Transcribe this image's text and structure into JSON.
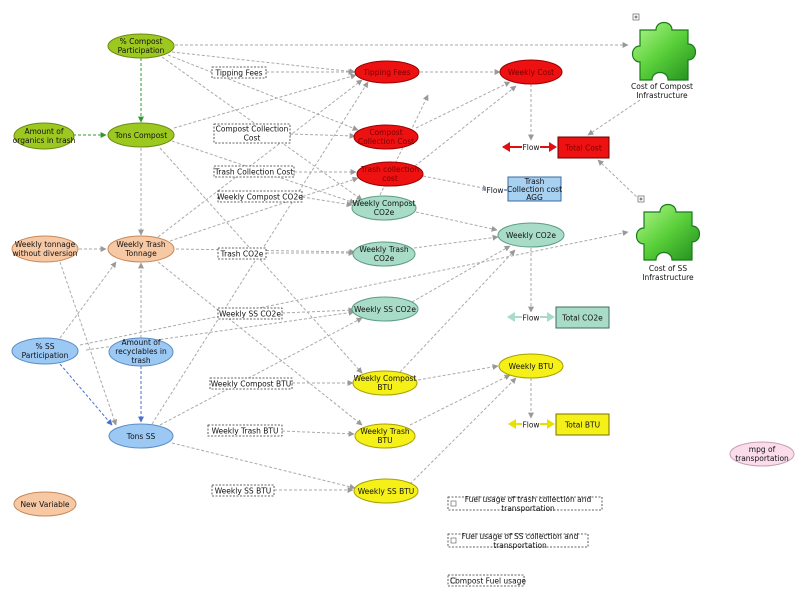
{
  "diagram": {
    "nodes": {
      "compost_participation": {
        "label": [
          "% Compost",
          "Participation"
        ],
        "fill": "#9cc820",
        "stroke": "#6a8c10"
      },
      "amount_organics": {
        "label": [
          "Amount of",
          "organics in trash"
        ],
        "fill": "#9cc820",
        "stroke": "#6a8c10"
      },
      "tons_compost": {
        "label": [
          "Tons Compost"
        ],
        "fill": "#9cc820",
        "stroke": "#6a8c10"
      },
      "weekly_tonnage": {
        "label": [
          "Weekly tonnage",
          "without diversion"
        ],
        "fill": "#f7c8a4",
        "stroke": "#c78858"
      },
      "weekly_trash_tonnage": {
        "label": [
          "Weekly Trash",
          "Tonnage"
        ],
        "fill": "#f7c8a4",
        "stroke": "#c78858"
      },
      "ss_participation": {
        "label": [
          "% SS",
          "Participation"
        ],
        "fill": "#9cc8f4",
        "stroke": "#5a8cc4"
      },
      "amount_recyclables": {
        "label": [
          "Amount of",
          "recyclables in",
          "trash"
        ],
        "fill": "#9cc8f4",
        "stroke": "#5a8cc4"
      },
      "tons_ss": {
        "label": [
          "Tons SS"
        ],
        "fill": "#9cc8f4",
        "stroke": "#5a8cc4"
      },
      "new_variable": {
        "label": [
          "New Variable"
        ],
        "fill": "#f7c8a4",
        "stroke": "#c78858"
      },
      "tipping_fees_node": {
        "label": [
          "Tipping Fees"
        ],
        "fill": "#ee1111",
        "stroke": "#990000"
      },
      "compost_collection_cost_node": {
        "label": [
          "Compost",
          "Collection Cost"
        ],
        "fill": "#ee1111",
        "stroke": "#990000"
      },
      "trash_collection_cost_node": {
        "label": [
          "Trash collection",
          "cost"
        ],
        "fill": "#ee1111",
        "stroke": "#990000"
      },
      "weekly_cost": {
        "label": [
          "Weekly Cost"
        ],
        "fill": "#ee1111",
        "stroke": "#990000"
      },
      "weekly_compost_co2e": {
        "label": [
          "Weekly Compost",
          "CO2e"
        ],
        "fill": "#a8dcc8",
        "stroke": "#5c9c84"
      },
      "weekly_trash_co2e": {
        "label": [
          "Weekly Trash",
          "CO2e"
        ],
        "fill": "#a8dcc8",
        "stroke": "#5c9c84"
      },
      "weekly_ss_co2e": {
        "label": [
          "Weekly SS CO2e"
        ],
        "fill": "#a8dcc8",
        "stroke": "#5c9c84"
      },
      "weekly_co2e": {
        "label": [
          "Weekly CO2e"
        ],
        "fill": "#a8dcc8",
        "stroke": "#5c9c84"
      },
      "weekly_compost_btu": {
        "label": [
          "Weekly Compost",
          "BTU"
        ],
        "fill": "#f4f018",
        "stroke": "#a8a000"
      },
      "weekly_trash_btu": {
        "label": [
          "Weekly Trash",
          "BTU"
        ],
        "fill": "#f4f018",
        "stroke": "#a8a000"
      },
      "weekly_ss_btu": {
        "label": [
          "Weekly SS BTU"
        ],
        "fill": "#f4f018",
        "stroke": "#a8a000"
      },
      "weekly_btu": {
        "label": [
          "Weekly BTU"
        ],
        "fill": "#f4f018",
        "stroke": "#a8a000"
      },
      "mpg": {
        "label": [
          "mpg of",
          "transportation"
        ],
        "fill": "#fadcea",
        "stroke": "#c8a0b4"
      }
    },
    "constants": {
      "tipping_fees": "Tipping Fees",
      "compost_collection_cost": [
        "Compost Collection",
        "Cost"
      ],
      "trash_collection_cost": "Trash Collection Cost",
      "weekly_compost_co2e": "Weekly Compost CO2e",
      "trash_co2e": "Trash CO2e",
      "weekly_ss_co2e": "Weekly SS CO2e",
      "weekly_compost_btu": "Weekly Compost BTU",
      "weekly_trash_btu": "Weekly Trash BTU",
      "weekly_ss_btu": "Weekly SS BTU"
    },
    "stocks": {
      "total_cost": {
        "label": "Total Cost",
        "fill": "#ee1111"
      },
      "total_co2e": {
        "label": "Total CO2e",
        "fill": "#a8dcc8"
      },
      "total_btu": {
        "label": "Total BTU",
        "fill": "#f4f018"
      },
      "trash_collection_ags": {
        "label": [
          "Trash",
          "Collection cost",
          "AGG"
        ],
        "fill": "#a8d0f0"
      }
    },
    "flows": {
      "cost_flow": {
        "label": "Flow",
        "color": "#dd1111"
      },
      "co2e_flow": {
        "label": "Flow",
        "color": "#a8dcc8"
      },
      "btu_flow": {
        "label": "Flow",
        "color": "#e8e000"
      },
      "ags_flow": {
        "label": "Flow",
        "color": "#5a8cc4"
      }
    },
    "modules": {
      "compost_infra": {
        "label": [
          "Cost of Compost",
          "Infrastructure"
        ]
      },
      "ss_infra": {
        "label": [
          "Cost of SS",
          "Infrastructure"
        ]
      }
    },
    "notes": {
      "fuel_trash": [
        "Fuel usage of trash collection and",
        "transportation"
      ],
      "fuel_ss": [
        "Fuel usage of SS collection and",
        "transportation"
      ],
      "compost_fuel": [
        "Compost Fuel usage"
      ]
    },
    "colors": {
      "edge": "#aaaaaa",
      "edge_green": "#2c9a2c",
      "edge_blue": "#4a6fd0",
      "puzzle_light": "#8ee860",
      "puzzle_dark": "#2aa82a"
    }
  }
}
